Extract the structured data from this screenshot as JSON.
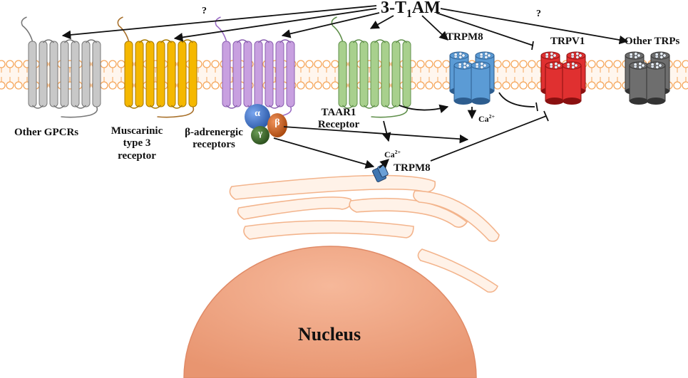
{
  "ligand": {
    "prefix": "3-T",
    "subscript": "1",
    "suffix": "AM"
  },
  "labels": {
    "other_gpcrs": "Other GPCRs",
    "muscarinic": [
      "Muscarinic",
      "type 3",
      "receptor"
    ],
    "beta_adrenergic": [
      "β-adrenergic",
      "receptors"
    ],
    "taar1": [
      "TAAR1",
      "Receptor"
    ],
    "trpm8_membrane": "TRPM8",
    "trpv1": "TRPV1",
    "other_trps": "Other TRPs",
    "trpm8_er": "TRPM8",
    "ca_membrane": {
      "base": "Ca",
      "sup": "2+"
    },
    "ca_er": {
      "base": "Ca",
      "sup": "2+"
    },
    "question_left": "?",
    "question_right": "?",
    "g_alpha": "α",
    "g_beta": "β",
    "g_gamma": "γ",
    "nucleus": "Nucleus"
  },
  "colors": {
    "membrane": "#f5a65b",
    "other_gpcr": "#c8c8c8",
    "muscarinic": "#f5b800",
    "beta_adrenergic": "#c8a0e0",
    "taar1": "#a8d08d",
    "trpm8": "#5b9bd5",
    "trpv1": "#e03030",
    "other_trps": "#6e6e6e",
    "g_alpha": "#3a6fc4",
    "g_beta": "#c55a11",
    "g_gamma": "#3b6b2a",
    "nucleus": "#f0a080",
    "er": "#f8c8a8"
  }
}
